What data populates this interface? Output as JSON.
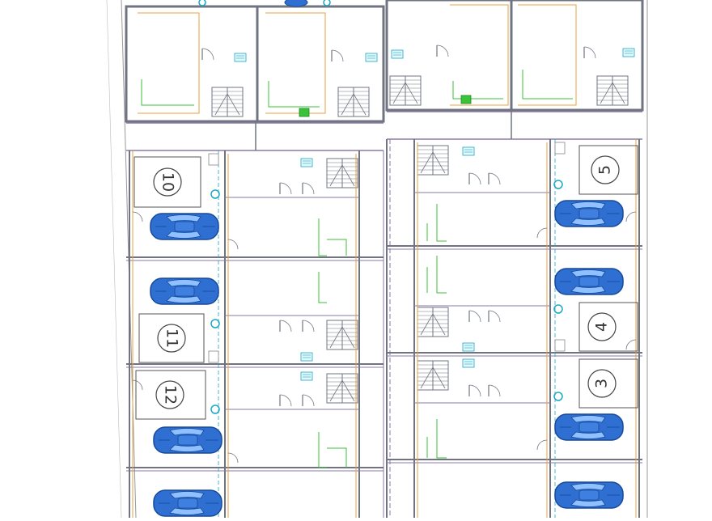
{
  "colors": {
    "wall": "#6f7480",
    "wall_fill": "#c6c9cf",
    "interior": "#8a7aa8",
    "orange": "#e8a03c",
    "green": "#39c23a",
    "cyan": "#19a9c6",
    "car_body": "#2f6fd1",
    "car_dark": "#164a9a",
    "outline": "#888888"
  },
  "parking": {
    "left": [
      {
        "number": "10"
      },
      {
        "number": "11"
      },
      {
        "number": "12"
      }
    ],
    "right": [
      {
        "number": "5"
      },
      {
        "number": "4"
      },
      {
        "number": "3"
      }
    ]
  },
  "icons": [
    "car-icon",
    "staircase-icon",
    "door-swing-icon",
    "light-fixture-icon",
    "sink-icon"
  ]
}
